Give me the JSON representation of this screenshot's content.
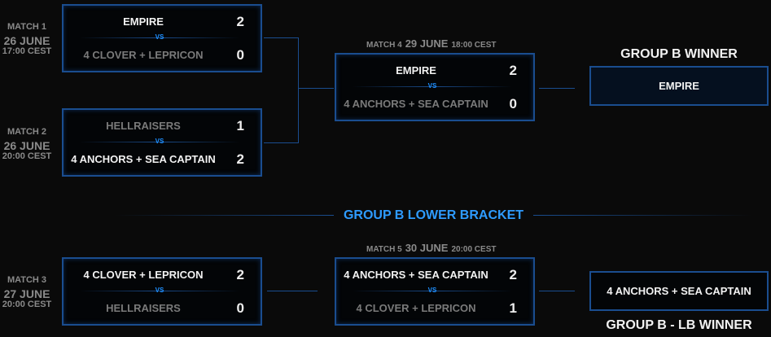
{
  "matches": [
    {
      "label": "MATCH 1",
      "date": "26 JUNE",
      "time": "17:00 CEST",
      "team1": "EMPIRE",
      "score1": "2",
      "team2": "4 CLOVER + LEPRICON",
      "score2": "0",
      "vs": "VS"
    },
    {
      "label": "MATCH 2",
      "date": "26 JUNE",
      "time": "20:00 CEST",
      "team1": "HELLRAISERS",
      "score1": "1",
      "team2": "4 ANCHORS + SEA CAPTAIN",
      "score2": "2",
      "vs": "VS"
    },
    {
      "label": "MATCH 3",
      "date": "27 JUNE",
      "time": "20:00 CEST",
      "team1": "4 CLOVER + LEPRICON",
      "score1": "2",
      "team2": "HELLRAISERS",
      "score2": "0",
      "vs": "VS"
    },
    {
      "label": "MATCH 4",
      "date": "29 JUNE",
      "time": "18:00 CEST",
      "team1": "EMPIRE",
      "score1": "2",
      "team2": "4 ANCHORS + SEA CAPTAIN",
      "score2": "0",
      "vs": "VS"
    },
    {
      "label": "MATCH 5",
      "date": "30 JUNE",
      "time": "20:00 CEST",
      "team1": "4 ANCHORS + SEA CAPTAIN",
      "score1": "2",
      "team2": "4 CLOVER + LEPRICON",
      "score2": "1",
      "vs": "VS"
    }
  ],
  "winner": {
    "title": "GROUP B WINNER",
    "team": "EMPIRE"
  },
  "lower_bracket_title": "GROUP B LOWER BRACKET",
  "lb_winner": {
    "title": "GROUP B - LB WINNER",
    "team": "4 ANCHORS + SEA CAPTAIN"
  },
  "colors": {
    "accent": "#1e90ff",
    "border": "#1a4d8f"
  }
}
